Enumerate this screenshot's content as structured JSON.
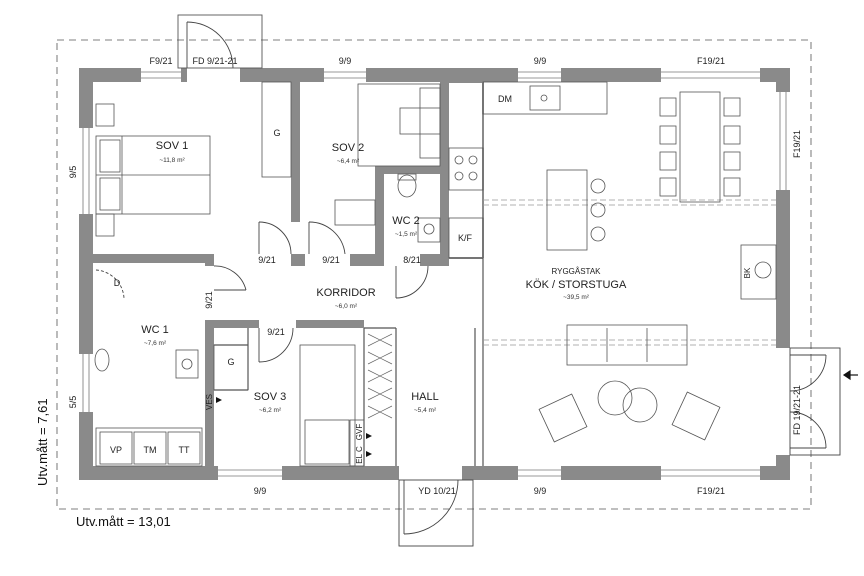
{
  "rooms": {
    "sov1": {
      "name": "SOV 1",
      "area": "~11,8 m²"
    },
    "sov2": {
      "name": "SOV 2",
      "area": "~6,4 m²"
    },
    "wc2": {
      "name": "WC 2",
      "area": "~1,5 m²"
    },
    "wc1": {
      "name": "WC 1",
      "area": "~7,6 m²"
    },
    "korridor": {
      "name": "KORRIDOR",
      "area": "~6,0 m²"
    },
    "sov3": {
      "name": "SOV 3",
      "area": "~6,2 m²"
    },
    "hall": {
      "name": "HALL",
      "area": "~5,4 m²"
    },
    "kok": {
      "ceiling": "RYGGÅSTAK",
      "name": "KÖK / STORSTUGA",
      "area": "~39,5 m²"
    }
  },
  "windows": {
    "top_f9": "F9/21",
    "top_fd": "FD 9/21-21",
    "top_sov2": "9/9",
    "top_kok": "9/9",
    "top_f19": "F19/21",
    "right_f19": "F19/21",
    "right_fd": "FD 19/21-21",
    "left_9_5": "9/5",
    "left_5_5": "5/5",
    "bottom_9_9_left": "9/9",
    "bottom_yd": "YD 10/21",
    "bottom_9_9_right": "9/9",
    "bottom_f19": "F19/21"
  },
  "doors": {
    "sov1": "9/21",
    "sov2": "9/21",
    "wc2": "8/21",
    "wc1": "9/21",
    "sov3": "9/21"
  },
  "fixtures": {
    "g_sov2": "G",
    "g_sov3": "G",
    "dm": "DM",
    "kf": "K/F",
    "d": "D",
    "vp": "VP",
    "tm": "TM",
    "tt": "TT",
    "bk": "BK",
    "ves": "VES",
    "elc": "EL C",
    "gvf": "GVF"
  },
  "dimensions": {
    "width": "Utv.mått = 13,01",
    "height": "Utv.mått = 7,61"
  }
}
